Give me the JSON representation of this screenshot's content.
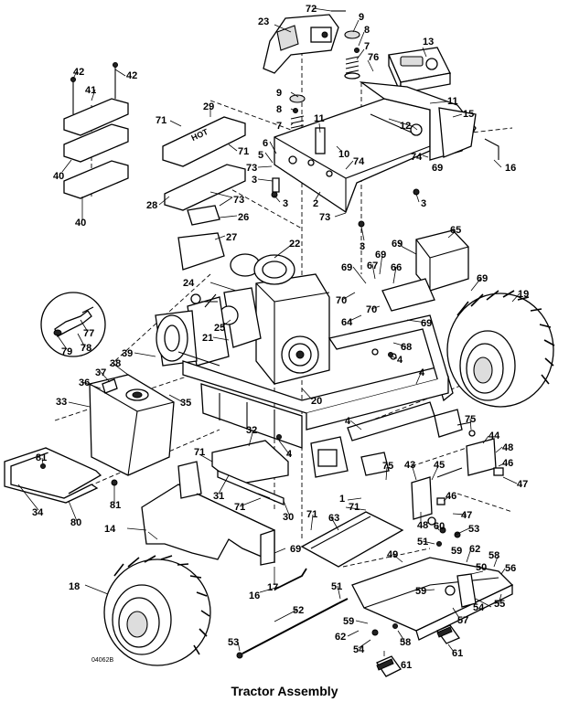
{
  "caption": "Tractor Assembly",
  "drawing_number": "04062B",
  "decal_text": "HOT",
  "callouts": [
    "1",
    "2",
    "3",
    "4",
    "5",
    "6",
    "7",
    "8",
    "9",
    "10",
    "11",
    "12",
    "13",
    "14",
    "15",
    "16",
    "17",
    "18",
    "19",
    "20",
    "21",
    "22",
    "23",
    "24",
    "25",
    "26",
    "27",
    "28",
    "29",
    "30",
    "31",
    "32",
    "33",
    "34",
    "35",
    "36",
    "37",
    "38",
    "39",
    "40",
    "41",
    "42",
    "43",
    "44",
    "45",
    "46",
    "47",
    "48",
    "49",
    "50",
    "51",
    "52",
    "53",
    "54",
    "55",
    "56",
    "57",
    "58",
    "59",
    "60",
    "61",
    "62",
    "63",
    "64",
    "65",
    "66",
    "67",
    "68",
    "69",
    "70",
    "71",
    "72",
    "73",
    "74",
    "75",
    "76",
    "77",
    "78",
    "79",
    "80",
    "81"
  ]
}
